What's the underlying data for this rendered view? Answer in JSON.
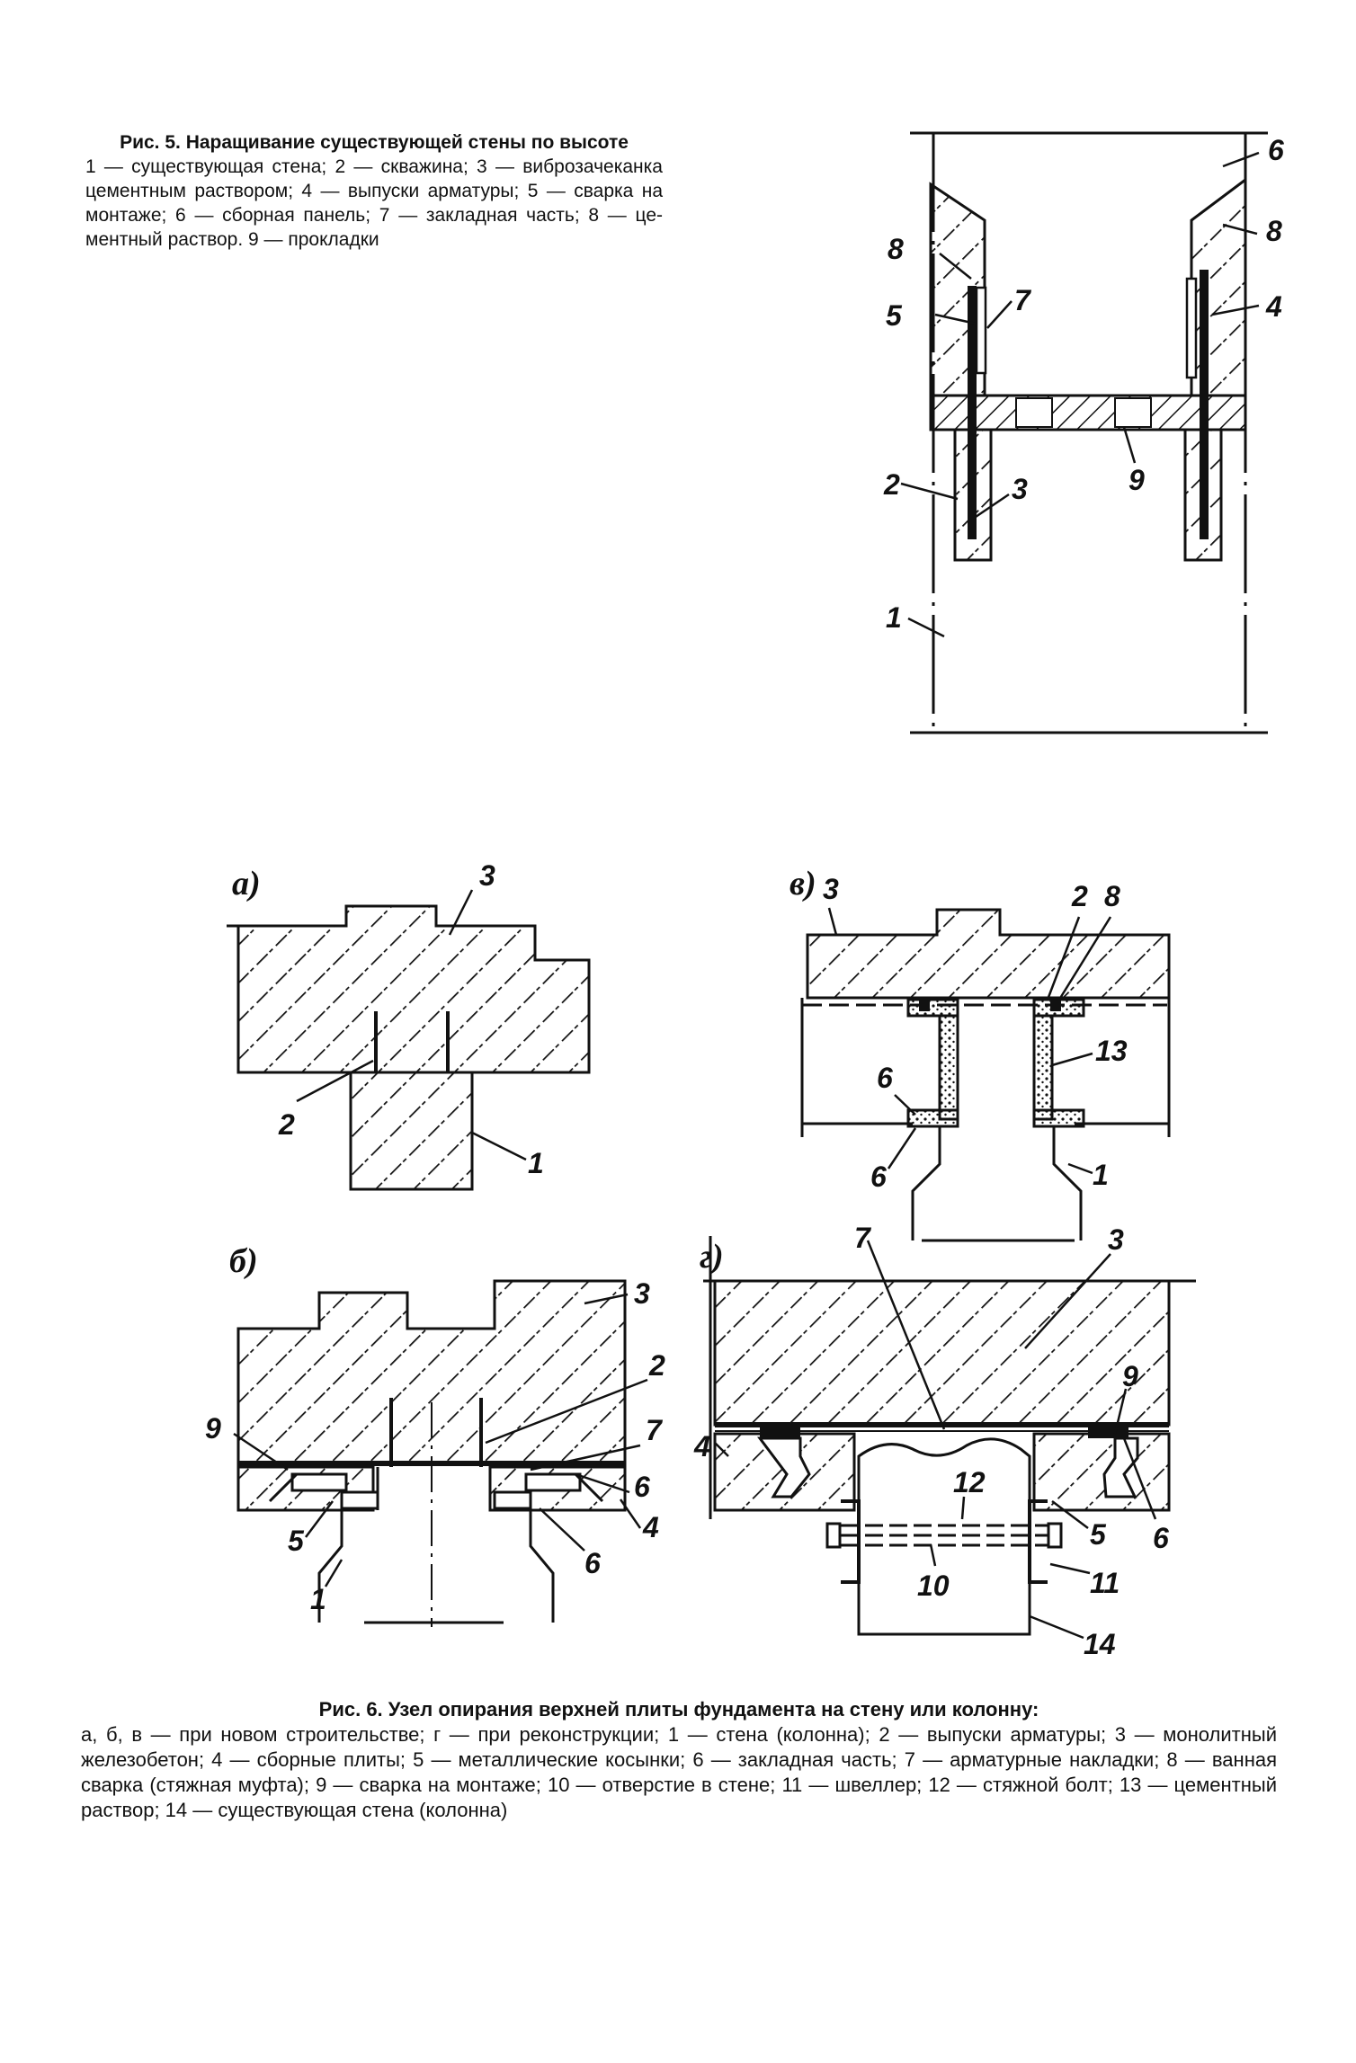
{
  "fig5": {
    "title": "Рис. 5. Наращивание существующей стены по высоте",
    "legend": "1 — существующая стена; 2 — скважина; 3 — вибро­зачеканка цементным раствором; 4 — вы­пуски арматуры; 5 — сварка на монтаже; 6 — сборная панель; 7 — закладная часть; 8 — це­ментный раствор. 9 — прокладки",
    "labels": {
      "l6": "6",
      "l8a": "8",
      "l8b": "8",
      "l5": "5",
      "l7": "7",
      "l4": "4",
      "l2": "2",
      "l3": "3",
      "l9": "9",
      "l1": "1"
    }
  },
  "fig6": {
    "title": "Рис. 6. Узел опирания верхней плиты фундамента на стену или колонну:",
    "legend": "а, б, в — при новом строительстве; г — при реконструкции; 1 — стена (колонна); 2 — выпуски арматуры; 3 — монолитный железобетон; 4 — сборные плиты; 5 — металлические косынки; 6 — закладная часть; 7 — арматурные накладки; 8 — ванная сварка (стяжная муфта); 9 — сварка на монтаже; 10 — отверстие в стене; 11 — швеллер; 12 — стяжной болт; 13 — цементный раствор; 14 — существующая стена (колонна)",
    "panels": {
      "a": {
        "tag": "а)",
        "labels": {
          "l3": "3",
          "l2": "2",
          "l1": "1"
        }
      },
      "v": {
        "tag": "в)",
        "labels": {
          "l3": "3",
          "l2": "2",
          "l8": "8",
          "l13": "13",
          "l6a": "6",
          "l6b": "6",
          "l1": "1"
        }
      },
      "b": {
        "tag": "б)",
        "labels": {
          "l3": "3",
          "l2": "2",
          "l9": "9",
          "l7": "7",
          "l6a": "6",
          "l4": "4",
          "l5": "5",
          "l6b": "6",
          "l1": "1"
        }
      },
      "g": {
        "tag": "г)",
        "labels": {
          "l7": "7",
          "l3": "3",
          "l9": "9",
          "l4": "4",
          "l12": "12",
          "l5": "5",
          "l6": "6",
          "l10": "10",
          "l11": "11",
          "l14": "14"
        }
      }
    }
  }
}
